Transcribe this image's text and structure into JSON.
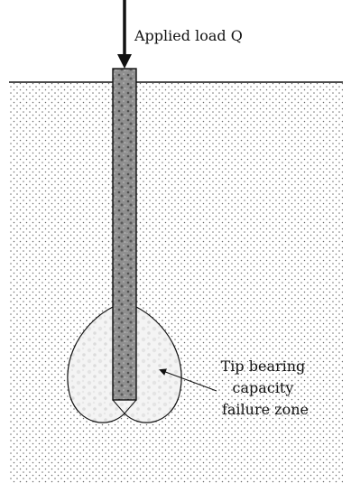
{
  "labels": {
    "applied_load": "Applied load Q",
    "failure_zone_line1": "Tip bearing",
    "failure_zone_line2": "capacity",
    "failure_zone_line3": "failure zone"
  },
  "colors": {
    "soil_dot": "#6a6a6a",
    "pile_fill": "#8a8a8a",
    "outline": "#111111"
  }
}
